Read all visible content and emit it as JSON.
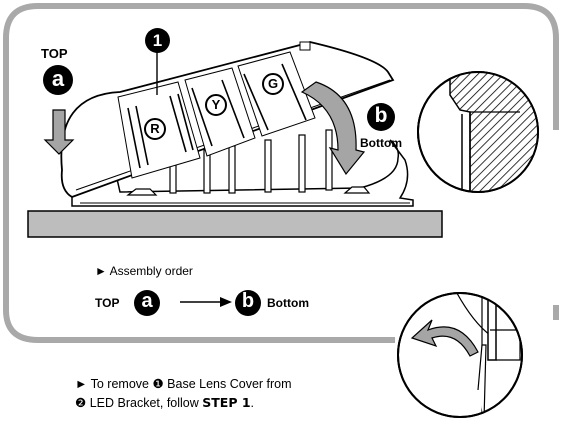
{
  "labels": {
    "top": "TOP",
    "bottom": "Bottom",
    "marker_a": "a",
    "marker_b": "b",
    "marker_1": "1",
    "lens_r": "R",
    "lens_y": "Y",
    "lens_g": "G"
  },
  "assembly": {
    "arrow_glyph": "►",
    "title": "Assembly order",
    "from_label": "TOP",
    "from_marker": "a",
    "to_marker": "b",
    "to_label": "Bottom"
  },
  "instruction": {
    "arrow_glyph": "►",
    "line1_prefix": "To remove",
    "line1_marker": "❶",
    "line1_text": "Base Lens Cover from",
    "line2_marker": "❷",
    "line2_text": "LED Bracket, follow",
    "line2_step": "STEP 1",
    "line2_end": "."
  },
  "colors": {
    "frame": "#a9a9a9",
    "base_plate": "#bdbdbd",
    "arrow_fill": "#a5a5a5"
  }
}
